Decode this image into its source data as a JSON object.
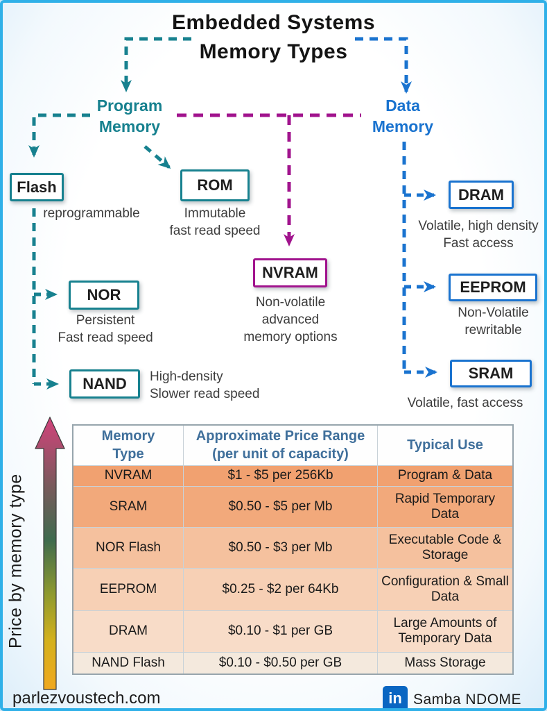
{
  "title": {
    "line1": "Embedded Systems",
    "line2": "Memory Types"
  },
  "branches": {
    "program": {
      "label": "Program Memory"
    },
    "data": {
      "label": "Data Memory"
    }
  },
  "nodes": {
    "flash": {
      "label": "Flash",
      "desc1": "reprogrammable"
    },
    "rom": {
      "label": "ROM",
      "desc1": "Immutable",
      "desc2": "fast read speed"
    },
    "nor": {
      "label": "NOR",
      "desc1": "Persistent",
      "desc2": "Fast read speed"
    },
    "nand": {
      "label": "NAND",
      "desc1": "High-density",
      "desc2": "Slower read speed"
    },
    "nvram": {
      "label": "NVRAM",
      "desc1": "Non-volatile",
      "desc2": "advanced",
      "desc3": "memory options"
    },
    "dram": {
      "label": "DRAM",
      "desc1": "Volatile, high density",
      "desc2": "Fast access"
    },
    "eeprom": {
      "label": "EEPROM",
      "desc1": "Non-Volatile",
      "desc2": "rewritable"
    },
    "sram": {
      "label": "SRAM",
      "desc1": "Volatile, fast access"
    }
  },
  "price_axis": {
    "label": "Price by memory type"
  },
  "table": {
    "headers": [
      {
        "line1": "Memory",
        "line2": "Type"
      },
      {
        "line1": "Approximate Price Range",
        "line2": "(per unit of capacity)"
      },
      {
        "line1": "Typical Use",
        "line2": ""
      }
    ],
    "rows": [
      {
        "type": "NVRAM",
        "price": "$1 - $5 per 256Kb",
        "use": "Program & Data"
      },
      {
        "type": "SRAM",
        "price": "$0.50 - $5 per Mb",
        "use": "Rapid Temporary Data"
      },
      {
        "type": "NOR Flash",
        "price": "$0.50 - $3 per Mb",
        "use": "Executable Code & Storage"
      },
      {
        "type": "EEPROM",
        "price": "$0.25 - $2 per 64Kb",
        "use": "Configuration & Small Data"
      },
      {
        "type": "DRAM",
        "price": "$0.10 - $1 per GB",
        "use": "Large Amounts of Temporary Data"
      },
      {
        "type": "NAND Flash",
        "price": "$0.10 - $0.50 per GB",
        "use": "Mass Storage"
      }
    ]
  },
  "footer": {
    "website": "parlezvoustech.com",
    "linkedin_icon": "in",
    "author": "Samba NDOME"
  },
  "colors": {
    "teal": "#17818f",
    "blue": "#1a73cf",
    "magenta": "#a1138d",
    "page_border_cyan": "#2fb0e8",
    "table_header_blue": "#3f6f9b",
    "linkedin_blue": "#0a66c2",
    "row_shades": [
      "#f1a170",
      "#f2a97b",
      "#f5c19e",
      "#f7d0b5",
      "#f8dcc8",
      "#f4e9dd"
    ],
    "price_arrow_gradient": [
      "#d2427b",
      "#7a5a5c",
      "#3f6b4e",
      "#8f9a2e",
      "#d4b11c",
      "#f0a81e"
    ]
  }
}
